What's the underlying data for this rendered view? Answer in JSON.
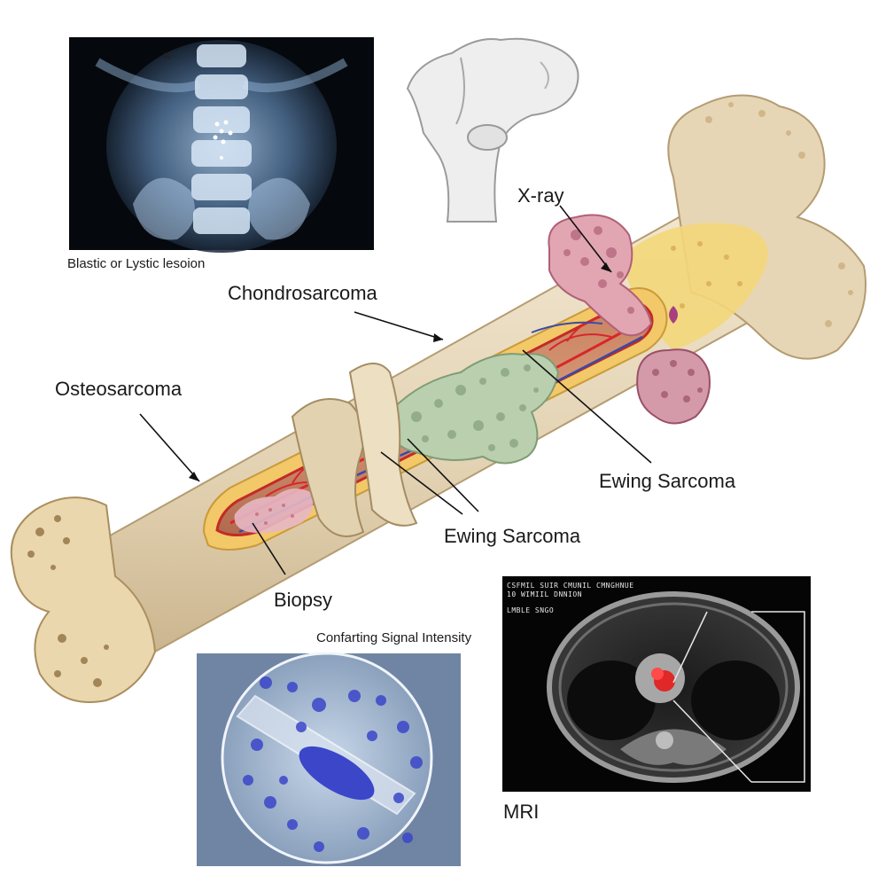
{
  "labels": {
    "xray_caption": "Blastic or Lystic lesoion",
    "chondrosarcoma": "Chondrosarcoma",
    "xray": "X-ray",
    "osteosarcoma": "Osteosarcoma",
    "ewing_1": "Ewing Sarcoma",
    "ewing_2": "Ewing Sarcoma",
    "biopsy": "Biopsy",
    "signal": "Confarting Signal Intensity",
    "mri": "MRI"
  },
  "mri_header": {
    "line1": "CSFMIL SUIR CMUNIL CMNGHNUE",
    "line2": "10 WIMIIL DNNION",
    "line3": "LMBLE SNGO"
  },
  "colors": {
    "bone": "#e8d9bf",
    "bone_shade": "#cdb893",
    "marrow_yellow": "#f3d77a",
    "artery": "#d8262b",
    "vein": "#3a4aa6",
    "tumor_green": "#b9cfae",
    "tumor_pink": "#e2a6b2",
    "tumor_mauve": "#d49aa9",
    "cell_blue": "#3b46c9"
  }
}
